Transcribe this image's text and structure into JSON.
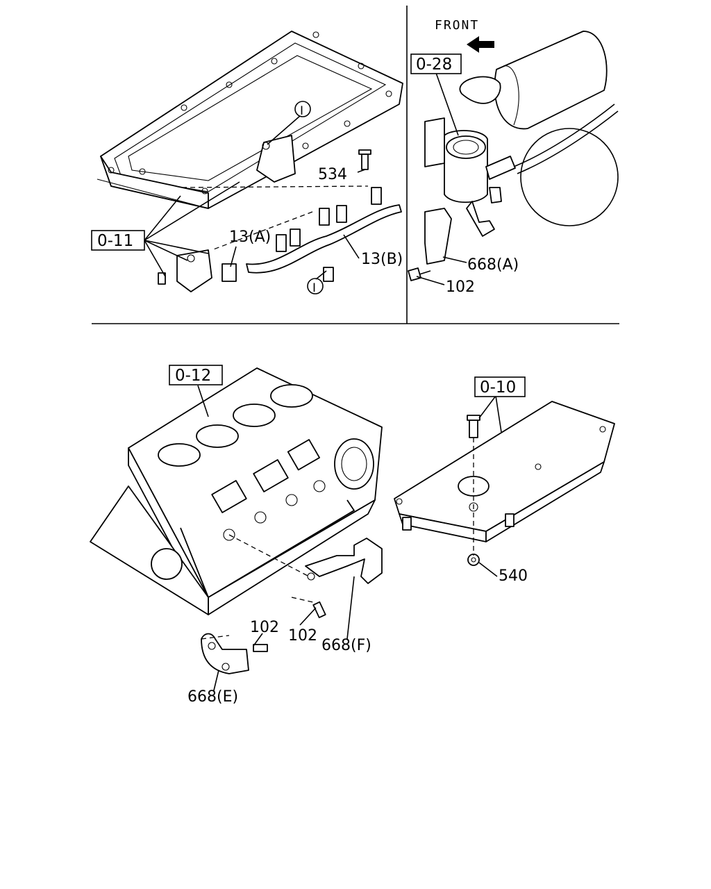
{
  "front_label": "FRONT",
  "refs": {
    "r011": "0-11",
    "r028": "0-28",
    "r012": "0-12",
    "r010": "0-10"
  },
  "parts": {
    "p534": "534",
    "p13a": "13(A)",
    "p13b": "13(B)",
    "p668a": "668(A)",
    "p102a": "102",
    "p102b": "102",
    "p102c": "102",
    "p668f": "668(F)",
    "p668e": "668(E)",
    "p540": "540"
  },
  "callouts": {
    "i_upper": "I",
    "i_lower": "I"
  }
}
